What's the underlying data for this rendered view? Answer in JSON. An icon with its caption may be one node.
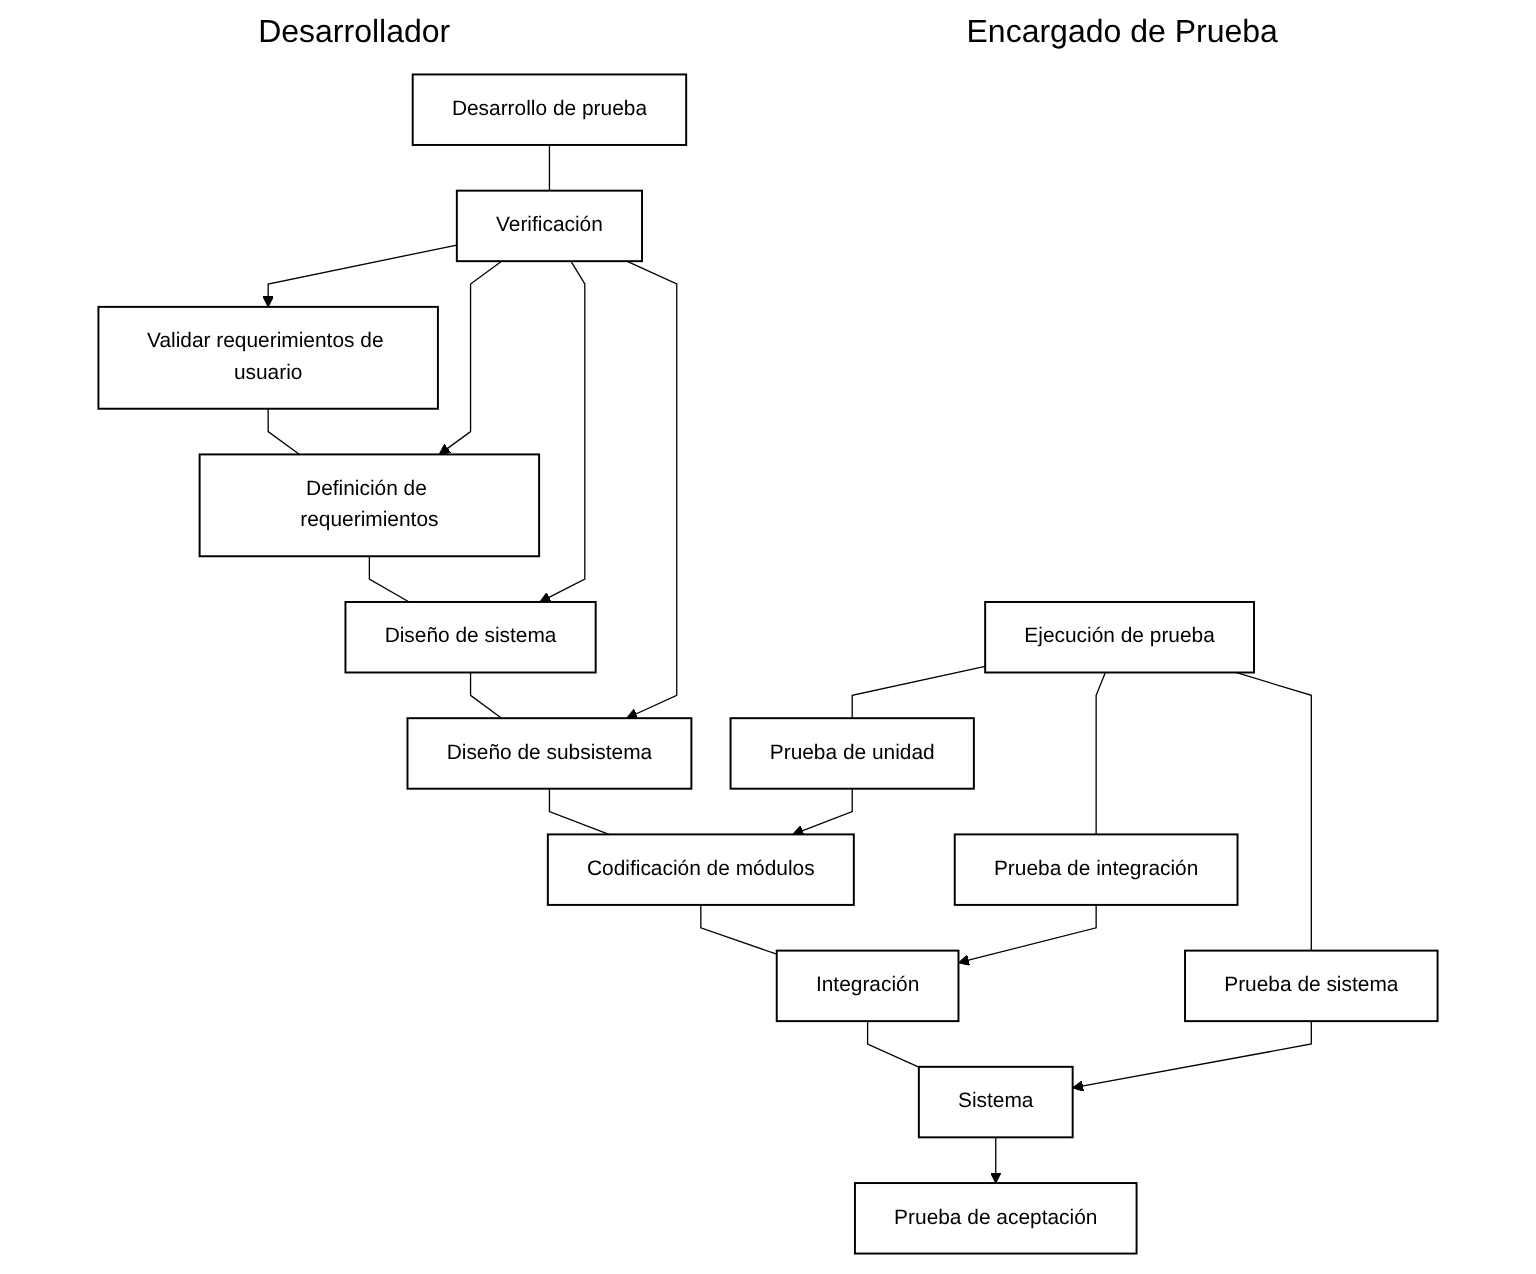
{
  "diagram": {
    "nodes": [
      {
        "text": [
          "Validar requerimientos de usuario"
        ]
      },
      {
        "text": [
          "Definición de requerimientos"
        ]
      },
      {
        "text": [
          "Diseño de sistema"
        ]
      },
      {
        "text": [
          "Diseño de subsistema"
        ]
      },
      {
        "text": [
          "Codificación de módulos"
        ]
      },
      {
        "text": [
          "Integración"
        ]
      },
      {
        "text": [
          "Sistema"
        ]
      },
      {
        "text": [
          "Verificación"
        ]
      },
      {
        "text": [
          "Desarrollo de prueba"
        ]
      },
      {
        "text": [
          "Prueba de unidad"
        ]
      },
      {
        "text": [
          "Prueba de integración"
        ]
      },
      {
        "text": [
          "Prueba de sistema"
        ]
      },
      {
        "text": [
          "Ejecución de prueba"
        ]
      },
      {
        "text": [
          "Prueba de aceptación"
        ]
      }
    ],
    "edges": [
      {
        "from": 0,
        "to": 1,
        "arrow": "none"
      },
      {
        "from": 1,
        "to": 2,
        "arrow": "none"
      },
      {
        "from": 2,
        "to": 3,
        "arrow": "none"
      },
      {
        "from": 3,
        "to": 4,
        "arrow": "none"
      },
      {
        "from": 4,
        "to": 5,
        "arrow": "none"
      },
      {
        "from": 5,
        "to": 6,
        "arrow": "none"
      },
      {
        "from": 7,
        "to": 0,
        "arrow": "to"
      },
      {
        "from": 7,
        "to": 1,
        "arrow": "to"
      },
      {
        "from": 7,
        "to": 2,
        "arrow": "to"
      },
      {
        "from": 7,
        "to": 3,
        "arrow": "to"
      },
      {
        "from": 8,
        "to": 7,
        "arrow": "none"
      },
      {
        "from": 9,
        "to": 4,
        "arrow": "to"
      },
      {
        "from": 10,
        "to": 5,
        "arrow": "to"
      },
      {
        "from": 11,
        "to": 6,
        "arrow": "to"
      },
      {
        "from": 12,
        "to": 9,
        "arrow": "none"
      },
      {
        "from": 12,
        "to": 10,
        "arrow": "none"
      },
      {
        "from": 12,
        "to": 11,
        "arrow": "none"
      },
      {
        "from": 6,
        "to": 13,
        "arrow": "to"
      }
    ],
    "labels": [
      "Desarrollador",
      "Encargado de Prueba"
    ]
  }
}
